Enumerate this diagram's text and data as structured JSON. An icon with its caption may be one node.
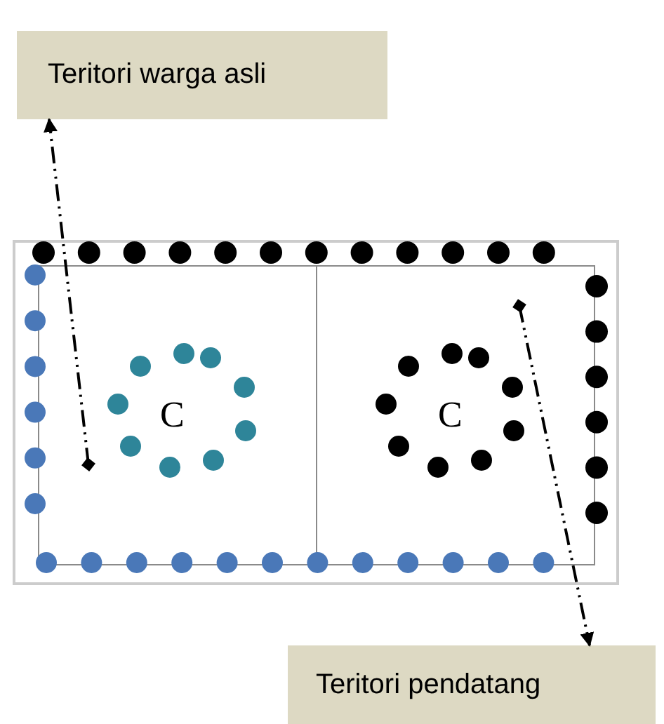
{
  "diagram": {
    "nodes": [
      {
        "text": [
          "Teritori warga asli"
        ]
      },
      {
        "text": [],
        "shape": "box"
      },
      {
        "text": [
          "C"
        ],
        "in": 1
      },
      {
        "text": [
          "C"
        ],
        "in": 1
      },
      {
        "text": [
          "Teritori pendatang"
        ]
      }
    ],
    "edges": [
      {
        "from": 2,
        "to": 0,
        "arrow": "to",
        "style": "dashed"
      },
      {
        "from": 3,
        "to": 4,
        "arrow": "to",
        "style": "dashed"
      }
    ]
  }
}
